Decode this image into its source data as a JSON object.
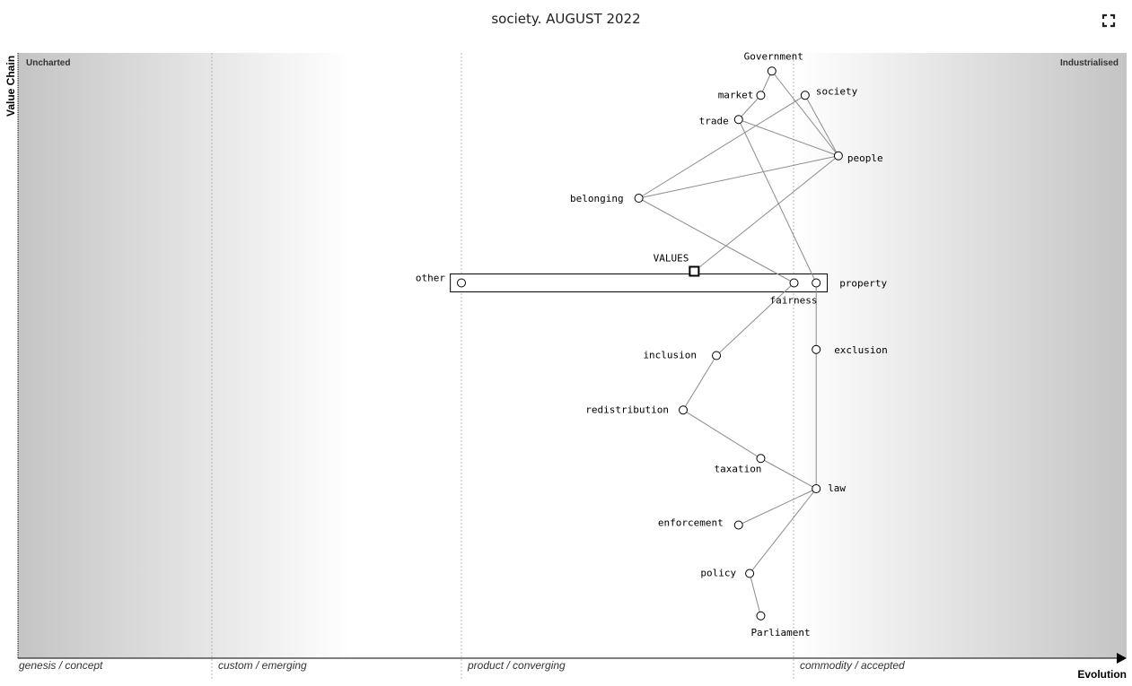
{
  "header": {
    "title": "society. AUGUST 2022",
    "fullscreen_icon": "fullscreen-expand-icon"
  },
  "axes": {
    "y_label": "Value Chain",
    "x_label": "Evolution",
    "left_zone_label": "Uncharted",
    "right_zone_label": "Industrialised",
    "stages": [
      "genesis / concept",
      "custom / emerging",
      "product / converging",
      "commodity / accepted"
    ]
  },
  "components": [
    {
      "id": "government",
      "label": "Government",
      "visibility": 0.97,
      "maturity": 0.68
    },
    {
      "id": "market",
      "label": "market",
      "visibility": 0.93,
      "maturity": 0.67
    },
    {
      "id": "society",
      "label": "society",
      "visibility": 0.93,
      "maturity": 0.71
    },
    {
      "id": "trade",
      "label": "trade",
      "visibility": 0.89,
      "maturity": 0.65
    },
    {
      "id": "people",
      "label": "people",
      "visibility": 0.83,
      "maturity": 0.74
    },
    {
      "id": "belonging",
      "label": "belonging",
      "visibility": 0.76,
      "maturity": 0.56
    },
    {
      "id": "other",
      "label": "other",
      "visibility": 0.62,
      "maturity": 0.4
    },
    {
      "id": "fairness",
      "label": "fairness",
      "visibility": 0.62,
      "maturity": 0.7
    },
    {
      "id": "property",
      "label": "property",
      "visibility": 0.62,
      "maturity": 0.72
    },
    {
      "id": "exclusion",
      "label": "exclusion",
      "visibility": 0.51,
      "maturity": 0.72
    },
    {
      "id": "inclusion",
      "label": "inclusion",
      "visibility": 0.5,
      "maturity": 0.63
    },
    {
      "id": "redistribution",
      "label": "redistribution",
      "visibility": 0.41,
      "maturity": 0.6
    },
    {
      "id": "taxation",
      "label": "taxation",
      "visibility": 0.33,
      "maturity": 0.67
    },
    {
      "id": "law",
      "label": "law",
      "visibility": 0.28,
      "maturity": 0.72
    },
    {
      "id": "enforcement",
      "label": "enforcement",
      "visibility": 0.22,
      "maturity": 0.65
    },
    {
      "id": "policy",
      "label": "policy",
      "visibility": 0.14,
      "maturity": 0.66
    },
    {
      "id": "parliament",
      "label": "Parliament",
      "visibility": 0.07,
      "maturity": 0.67
    }
  ],
  "links": [
    [
      "government",
      "market"
    ],
    [
      "government",
      "people"
    ],
    [
      "market",
      "trade"
    ],
    [
      "society",
      "belonging"
    ],
    [
      "society",
      "people"
    ],
    [
      "trade",
      "people"
    ],
    [
      "trade",
      "property"
    ],
    [
      "belonging",
      "people"
    ],
    [
      "belonging",
      "fairness"
    ],
    [
      "people",
      "values"
    ],
    [
      "fairness",
      "inclusion"
    ],
    [
      "property",
      "exclusion"
    ],
    [
      "exclusion",
      "law"
    ],
    [
      "inclusion",
      "redistribution"
    ],
    [
      "redistribution",
      "taxation"
    ],
    [
      "taxation",
      "law"
    ],
    [
      "law",
      "enforcement"
    ],
    [
      "law",
      "policy"
    ],
    [
      "policy",
      "parliament"
    ]
  ],
  "pipeline": {
    "id": "values",
    "label": "VALUES",
    "visibility": 0.62,
    "maturity": 0.61,
    "range": [
      0.39,
      0.73
    ]
  }
}
